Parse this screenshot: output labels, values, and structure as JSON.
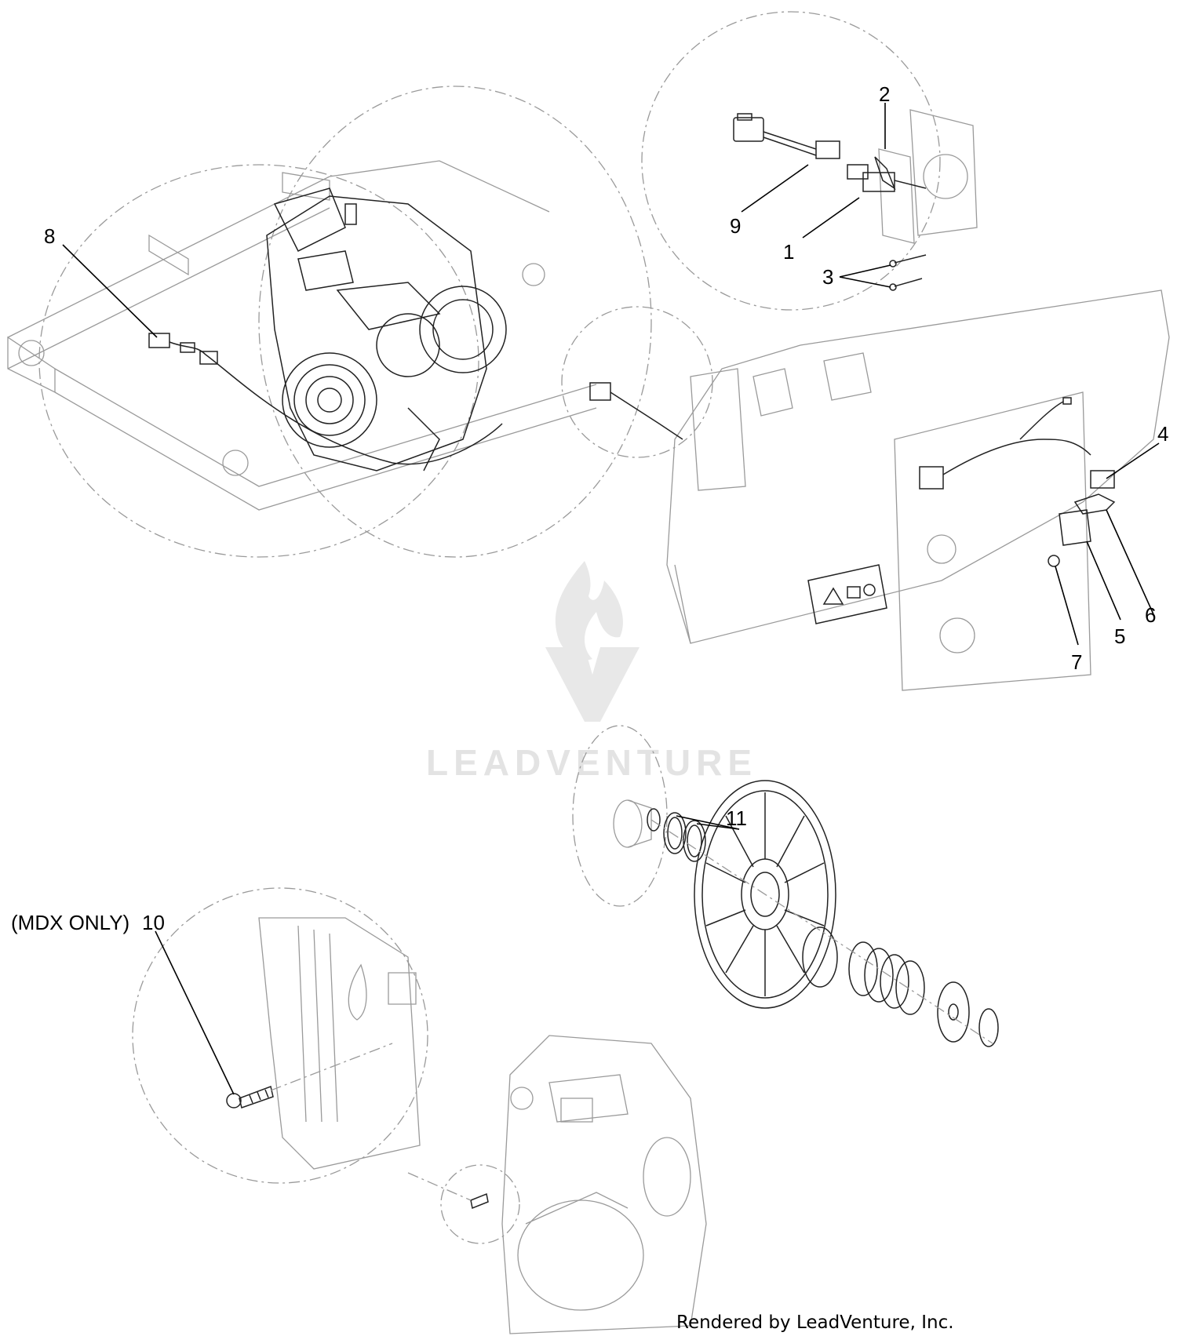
{
  "callouts": {
    "c1": "1",
    "c2": "2",
    "c3": "3",
    "c4": "4",
    "c5": "5",
    "c6": "6",
    "c7": "7",
    "c8": "8",
    "c9": "9",
    "c10": "10",
    "c11": "11"
  },
  "note_mdx": "(MDX ONLY)",
  "watermark": {
    "brand": "LEADVENTURE"
  },
  "footer": "Rendered by LeadVenture, Inc."
}
